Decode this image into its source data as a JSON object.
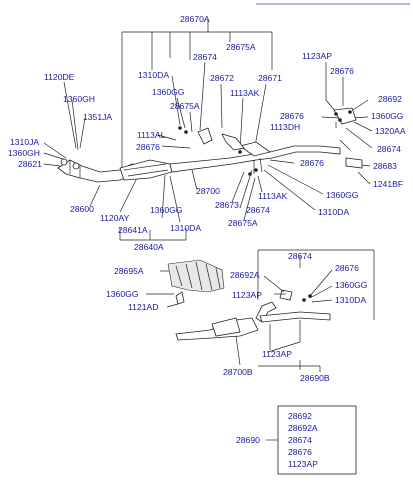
{
  "labels": {
    "l28670A": "28670A",
    "l28674_top": "28674",
    "l28675A_top": "28675A",
    "l1310DA_top": "1310DA",
    "l28672": "28672",
    "l28671": "28671",
    "l1360GG_top": "1360GG",
    "l28675A_mid": "28675A",
    "l1113AK_top": "1113AK",
    "l1113AL": "1113AL",
    "l28676_mid": "28676",
    "l1120DE": "1120DE",
    "l1360GH_left": "1360GH",
    "l1351JA": "1351JA",
    "l1310JA": "1310JA",
    "l1360GH_left2": "1360GH",
    "l28621": "28621",
    "l28600": "28600",
    "l1120AY": "1120AY",
    "l28641A": "28641A",
    "l28640A": "28640A",
    "l1360GG_mid": "1360GG",
    "l1310DA_mid": "1310DA",
    "l28700": "28700",
    "l28673": "28673",
    "l28674_mid": "28674",
    "l28675A_low": "28675A",
    "l1113AK_low": "1113AK",
    "l1310DA_right": "1310DA",
    "l1360GG_right": "1360GG",
    "l28676_right": "28676",
    "l1123AP_top": "1123AP",
    "l28676_tr": "28676",
    "l28692_tr": "28692",
    "l28676_r2": "28676",
    "l1360GG_tr": "1360GG",
    "l1113DH": "1113DH",
    "l1320AA": "1320AA",
    "l28674_r": "28674",
    "l28683": "28683",
    "l1241BF": "1241BF",
    "l28674_box": "28674",
    "l28692A": "28692A",
    "l28676_box": "28676",
    "l1360GG_box": "1360GG",
    "l1123AP_box": "1123AP",
    "l1310DA_box": "1310DA",
    "l1123AP_box2": "1123AP",
    "l28695A": "28695A",
    "l1360GG_heat": "1360GG",
    "l1121AD": "1121AD",
    "l28700B": "28700B",
    "l28690B": "28690B",
    "l28690": "28690"
  },
  "kit_list": [
    "28692",
    "28692A",
    "28674",
    "28676",
    "1123AP"
  ]
}
